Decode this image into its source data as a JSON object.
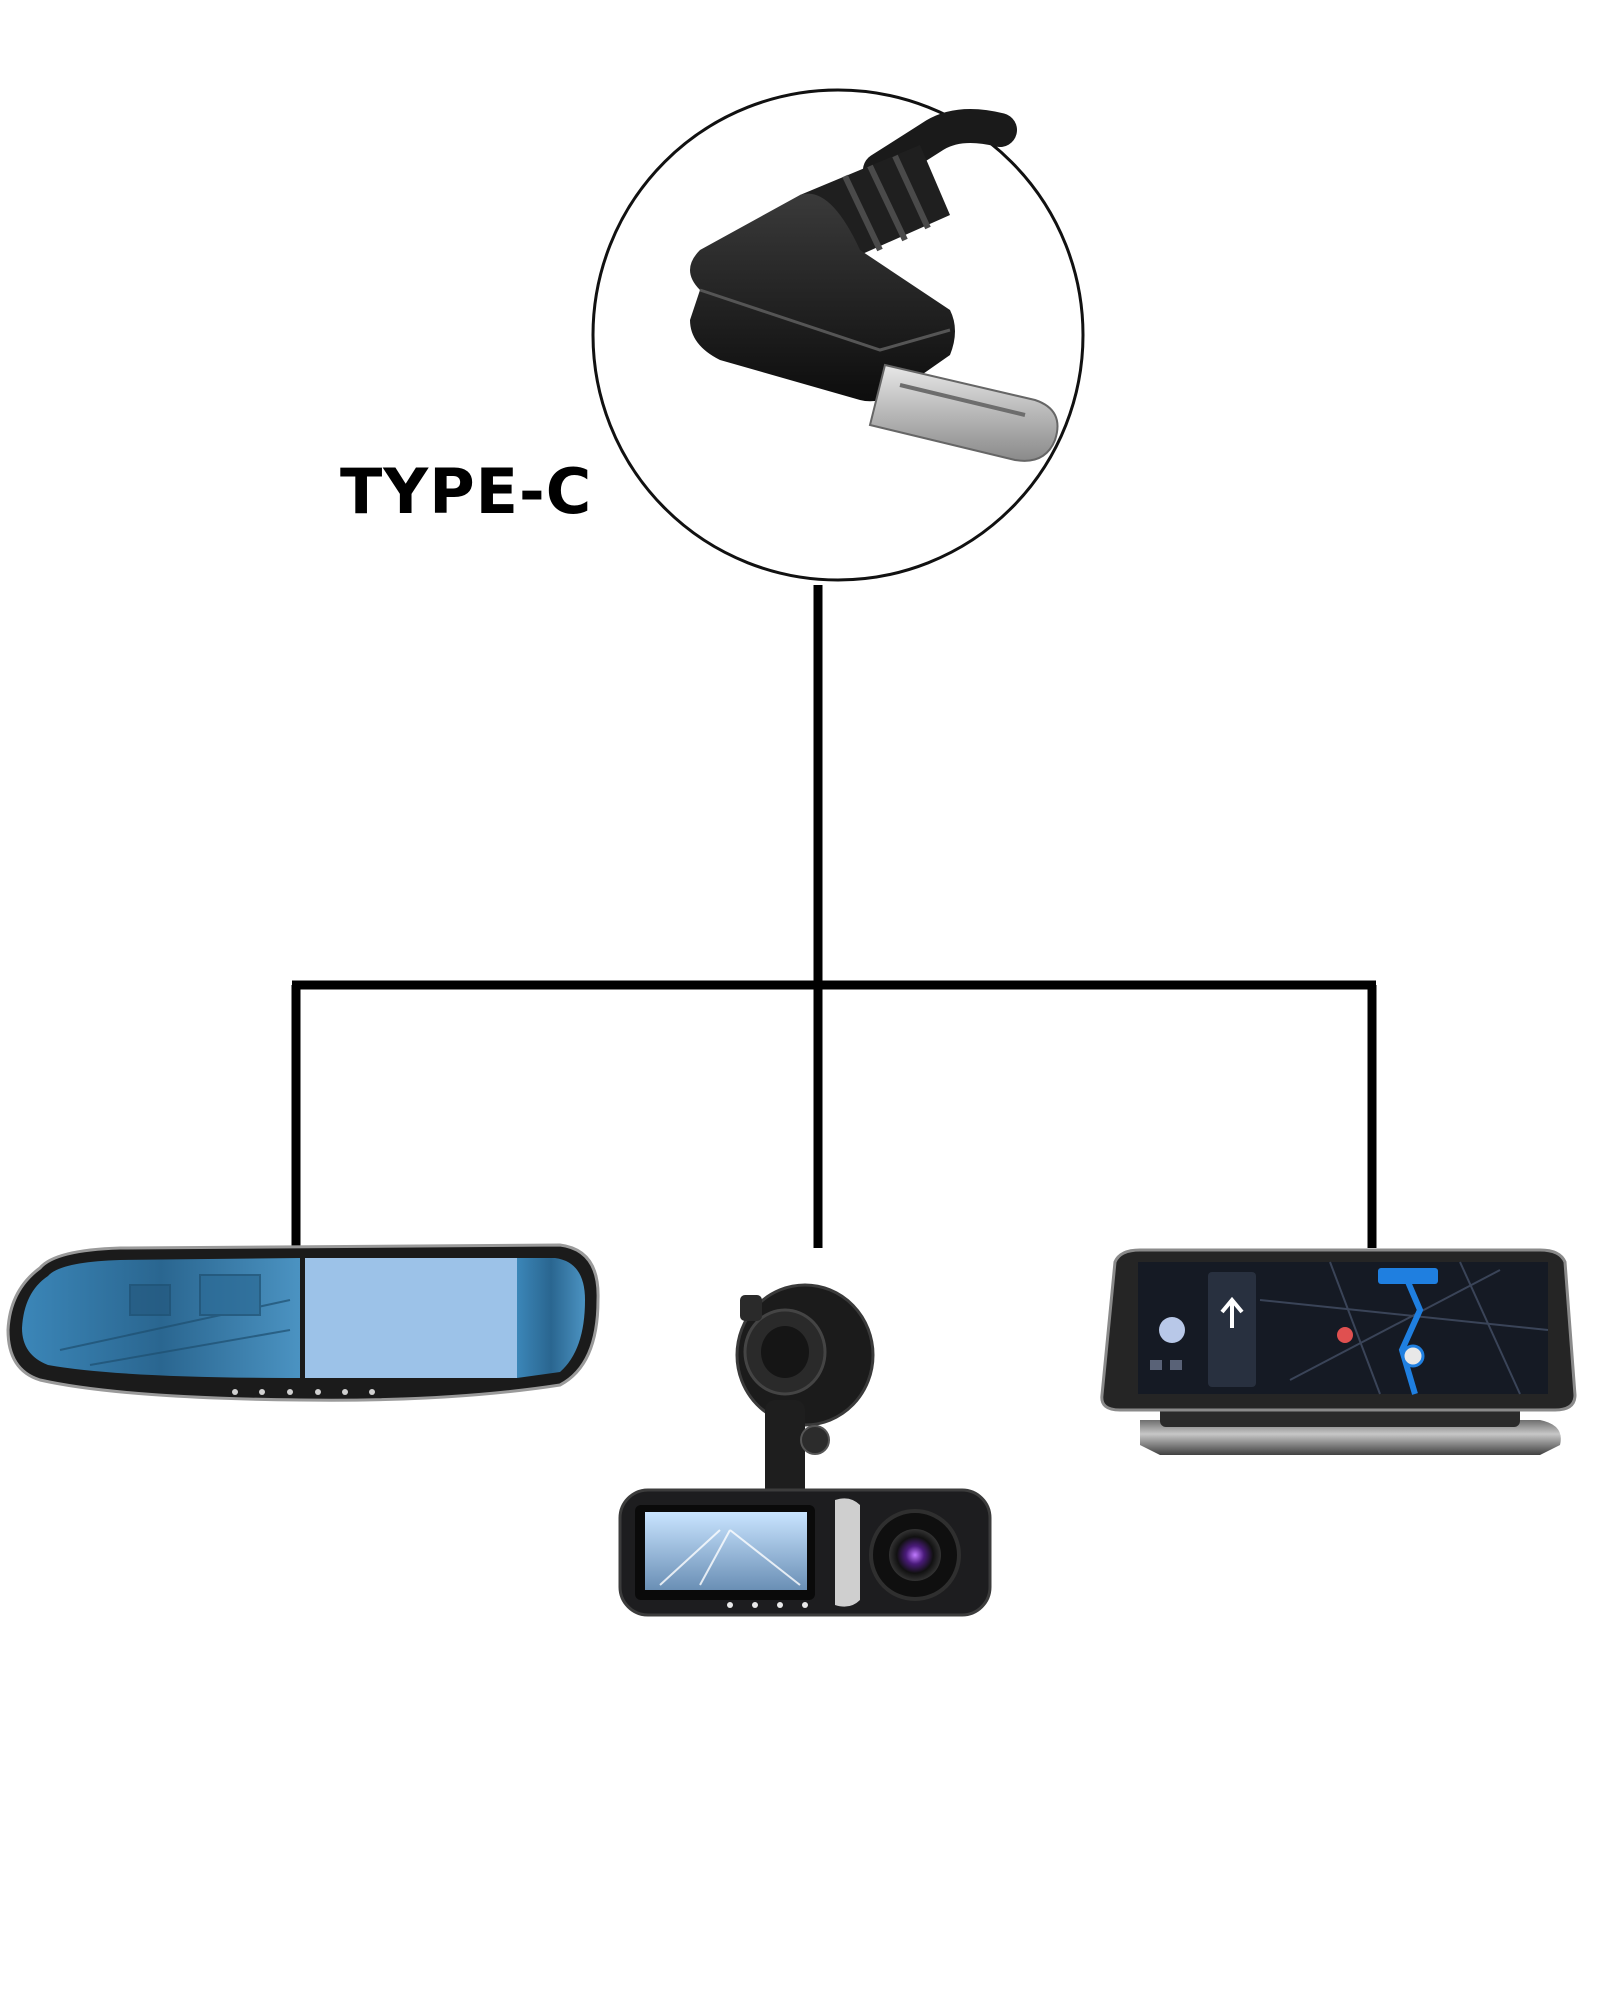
{
  "connector": {
    "label": "TYPE-C",
    "icon": "usb-type-c-right-angle-connector-icon"
  },
  "devices": [
    {
      "name": "rearview-mirror-dashcam",
      "icon": "mirror-dashcam-icon"
    },
    {
      "name": "dual-lens-dashcam",
      "icon": "dual-lens-dashcam-icon"
    },
    {
      "name": "dashboard-navigation-display",
      "icon": "dashboard-display-icon"
    }
  ],
  "colors": {
    "line": "#000000",
    "mirror_screen": "#2f6f9a",
    "mirror_panel": "#9cc2e8",
    "device_body": "#1c1c1e",
    "nav_screen": "#151a24",
    "nav_route": "#1f7fe0"
  }
}
